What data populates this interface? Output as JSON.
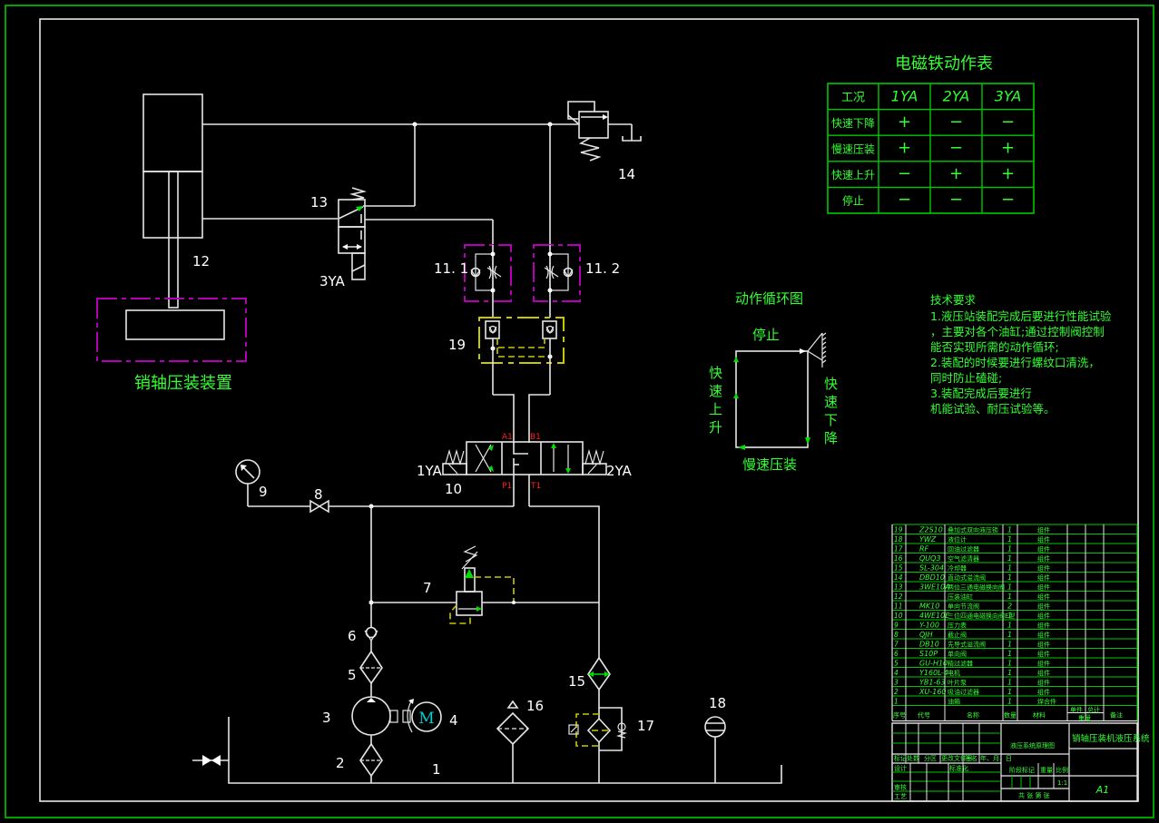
{
  "drawing": {
    "title": "销轴压装机液压系统",
    "sheet_size": "A1",
    "scale": "1:1",
    "drawing_name_cell": "液压系统原理图"
  },
  "device_label": "销轴压装装置",
  "component_labels": {
    "c1": "1",
    "c2": "2",
    "c3": "3",
    "c4": "4",
    "c5": "5",
    "c6": "6",
    "c7": "7",
    "c8": "8",
    "c9": "9",
    "c10": "10",
    "c11_1": "11. 1",
    "c11_2": "11. 2",
    "c12": "12",
    "c13": "13",
    "c14": "14",
    "c15": "15",
    "c16": "16",
    "c17": "17",
    "c18": "18",
    "c19": "19",
    "sol_1ya": "1YA",
    "sol_2ya": "2YA",
    "sol_3ya": "3YA",
    "motor": "M",
    "port_a1": "A1",
    "port_b1": "B1",
    "port_p1": "P1",
    "port_t1": "T1"
  },
  "solenoid_table": {
    "title": "电磁铁动作表",
    "headers": [
      "工况",
      "1YA",
      "2YA",
      "3YA"
    ],
    "rows": [
      [
        "快速下降",
        "+",
        "−",
        "−"
      ],
      [
        "慢速压装",
        "+",
        "−",
        "+"
      ],
      [
        "快速上升",
        "−",
        "+",
        "+"
      ],
      [
        "停止",
        "−",
        "−",
        "−"
      ]
    ]
  },
  "cycle_diagram": {
    "title": "动作循环图",
    "top": "停止",
    "left": [
      "快",
      "速",
      "上",
      "升"
    ],
    "right": [
      "快",
      "速",
      "下",
      "降"
    ],
    "bottom": "慢速压装"
  },
  "tech_requirements": {
    "title": "技术要求",
    "lines": [
      "1.液压站装配完成后要进行性能试验",
      "，主要对各个油缸;通过控制阀控制",
      "能否实现所需的动作循环;",
      "2.装配的时候要进行螺纹口清洗，",
      "同时防止磕碰;",
      "3.装配完成后要进行",
      "机能试验、耐压试验等。"
    ]
  },
  "parts_list": {
    "rows": [
      {
        "no": "19",
        "code": "Z2S10",
        "name": "叠加式双向液压锁",
        "qty": "1",
        "type": "组件"
      },
      {
        "no": "18",
        "code": "YWZ",
        "name": "液位计",
        "qty": "1",
        "type": "组件"
      },
      {
        "no": "17",
        "code": "RF",
        "name": "回油过滤器",
        "qty": "1",
        "type": "组件"
      },
      {
        "no": "16",
        "code": "QUQ3",
        "name": "空气滤清器",
        "qty": "1",
        "type": "组件"
      },
      {
        "no": "15",
        "code": "SL-304",
        "name": "冷却器",
        "qty": "1",
        "type": "组件"
      },
      {
        "no": "14",
        "code": "DBD10",
        "name": "直动式溢流阀",
        "qty": "1",
        "type": "组件"
      },
      {
        "no": "13",
        "code": "3WE10A",
        "name": "两位三通电磁换向阀",
        "qty": "1",
        "type": "组件"
      },
      {
        "no": "12",
        "code": "",
        "name": "压装油缸",
        "qty": "1",
        "type": "组件"
      },
      {
        "no": "11",
        "code": "MK10",
        "name": "单向节流阀",
        "qty": "2",
        "type": "组件"
      },
      {
        "no": "10",
        "code": "4WE10E",
        "name": "三位四通电磁换向阀E型",
        "qty": "1",
        "type": "组件"
      },
      {
        "no": "9",
        "code": "Y-100",
        "name": "压力表",
        "qty": "1",
        "type": "组件"
      },
      {
        "no": "8",
        "code": "QJH",
        "name": "截止阀",
        "qty": "1",
        "type": "组件"
      },
      {
        "no": "7",
        "code": "DB10",
        "name": "先导式溢流阀",
        "qty": "1",
        "type": "组件"
      },
      {
        "no": "6",
        "code": "S10P",
        "name": "单向阀",
        "qty": "1",
        "type": "组件"
      },
      {
        "no": "5",
        "code": "GU-H10",
        "name": "精过滤器",
        "qty": "1",
        "type": "组件"
      },
      {
        "no": "4",
        "code": "Y160L-4",
        "name": "电机",
        "qty": "1",
        "type": "组件"
      },
      {
        "no": "3",
        "code": "YB1-63",
        "name": "叶片泵",
        "qty": "1",
        "type": "组件"
      },
      {
        "no": "2",
        "code": "XU-160",
        "name": "吸油过滤器",
        "qty": "1",
        "type": "组件"
      },
      {
        "no": "1",
        "code": "",
        "name": "油箱",
        "qty": "1",
        "type": "焊合件"
      }
    ],
    "headers": {
      "no": "序号",
      "code": "代号",
      "name": "名称",
      "qty": "数量",
      "material": "材料",
      "unit": "单件",
      "total": "总计",
      "weight": "重量",
      "remark": "备注"
    }
  },
  "title_block": {
    "mark": "标记",
    "count": "处数",
    "zone": "分区",
    "doc": "更改文件号",
    "sign": "签名",
    "date": "年、月、日",
    "design": "设计",
    "standard": "标准化",
    "review": "审核",
    "process": "工艺",
    "stage_mark": "阶段标记",
    "weight": "重量",
    "scale_label": "比例",
    "sheets": "共 张 第 张"
  }
}
